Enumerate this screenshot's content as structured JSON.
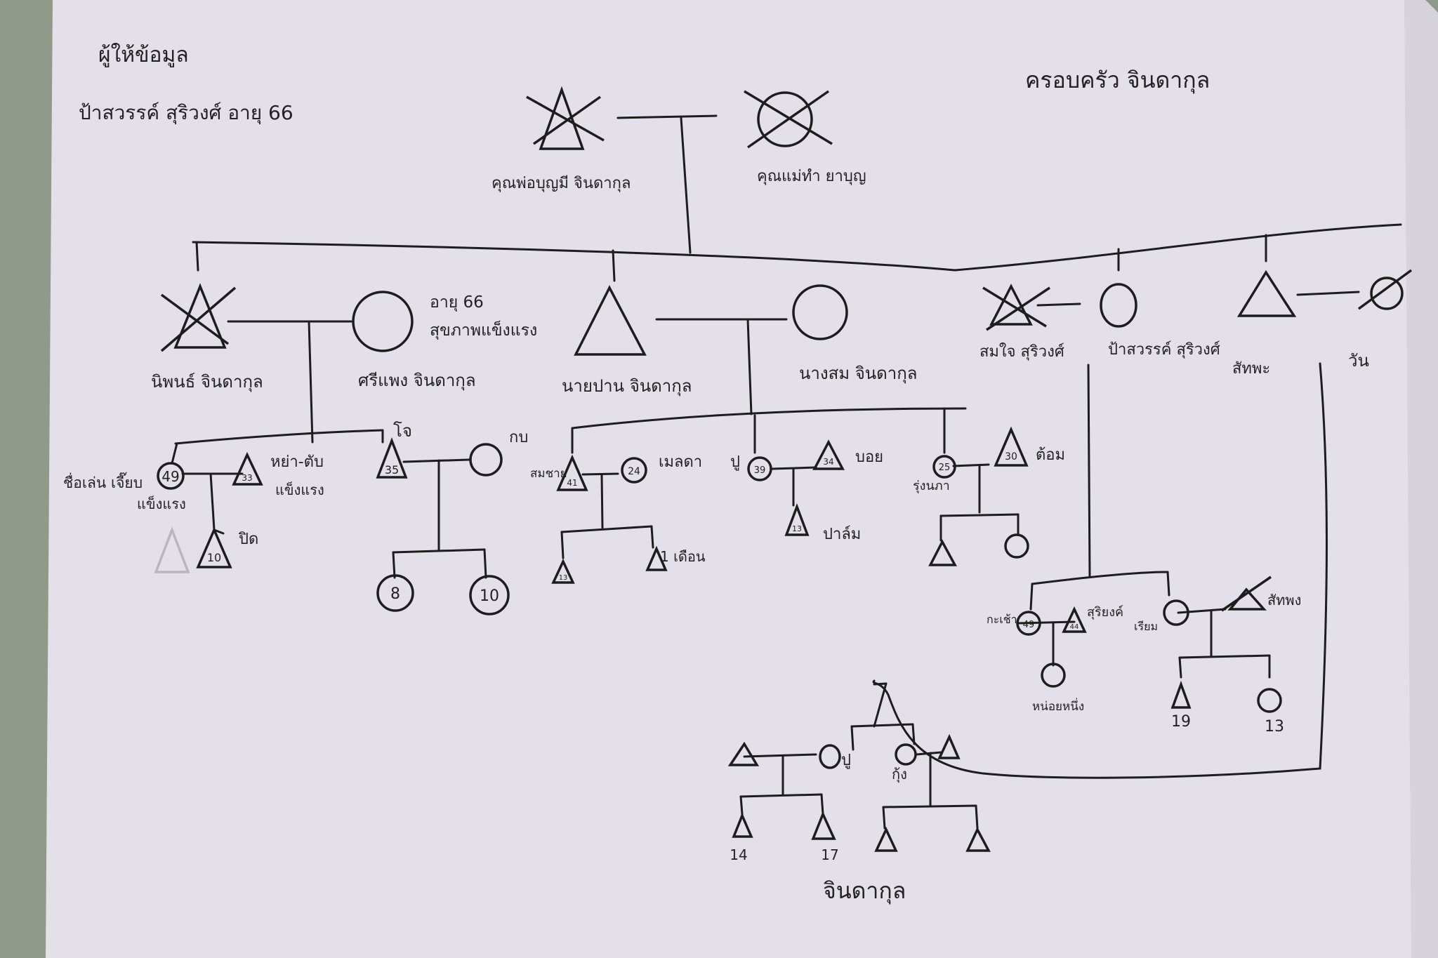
{
  "header": {
    "informant_label": "ผู้ให้ข้อมูล",
    "informant_name": "ป้าสวรรค์ สุริวงศ์ อายุ 66",
    "family_title": "ครอบครัว จินดากุล"
  },
  "labels": {
    "grandfather": "คุณพ่อบุญมี จินดากุล",
    "grandmother": "คุณแม่ทำ ยาบุญ",
    "g2_m1": "นิพนธ์ จินดากุล",
    "g2_f1_age": "อายุ 66",
    "g2_f1_note": "สุขภาพแข็งแรง",
    "g2_f1": "ศรีแพง จินดากุล",
    "g2_m2": "นายปาน จินดากุล",
    "g2_f2": "นางสม จินดากุล",
    "g2_m3": "สมใจ สุริวงศ์",
    "g2_f3": "ป้าสวรรค์ สุริวงศ์",
    "g2_m4": "สัทพะ",
    "g2_f4": "วัน",
    "g3_f1_name": "ชื่อเล่น เจี๊ยบ",
    "g3_f1_note": "แข็งแรง",
    "g3_m1_name": "หย่า-ตับ",
    "g3_m1_note": "แข็งแรง",
    "g3_m2_name": "โจ",
    "g3_f2_name": "กบ",
    "g3_m3_name": "สมชาย",
    "g3_f3_name": "เมลดา",
    "g3_f4_name": "ปู",
    "g3_m4_name": "บอย",
    "g3_f5_name": "รุ่งนภา",
    "g3_m5_name": "ต้อม",
    "g4_m1_name": "ปิด",
    "g4_m2_name": "1 เดือน",
    "g4_m3_name": "ปาล์ม",
    "g3_f6_name": "กะเช้า",
    "g3_m6_name": "สุริยงค์",
    "g3_f7_name": "เรียม",
    "g3_m7_name": "สัทพง",
    "g4_f6_name": "หน่อยหนึ่ง",
    "bottom_f1": "ปู",
    "bottom_f2": "กุ้ง",
    "bottom_family": "จินดากุล"
  },
  "ages": {
    "g3_f1": "49",
    "g3_m1": "33",
    "g3_m2": "35",
    "g3_m3": "41",
    "g3_f3": "24",
    "g3_f4": "39",
    "g3_m4": "34",
    "g3_f5": "25",
    "g3_m5": "30",
    "g4_m1": "10",
    "g4_f2a": "8",
    "g4_f2b": "10",
    "g4_m2a": "13",
    "g4_m3": "13",
    "g3_f6": "49",
    "g3_m6": "44",
    "g4_m7": "19",
    "g4_f7": "13",
    "bottom_m1": "14",
    "bottom_m2": "17"
  },
  "colors": {
    "paper": "#e4e0ea",
    "ink": "#1d1d1d",
    "table": "#8f9a8a"
  }
}
